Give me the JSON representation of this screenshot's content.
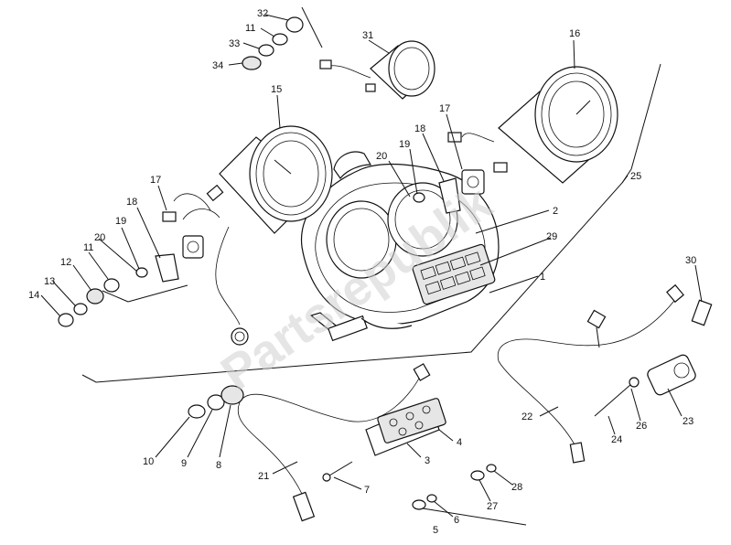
{
  "watermark": "Partsrepublik",
  "callouts": [
    "1",
    "2",
    "3",
    "4",
    "5",
    "6",
    "7",
    "8",
    "9",
    "10",
    "11",
    "12",
    "13",
    "14",
    "15",
    "16",
    "17",
    "18",
    "19",
    "20",
    "21",
    "22",
    "23",
    "24",
    "25",
    "26",
    "27",
    "28",
    "29",
    "30",
    "31",
    "32",
    "33",
    "34"
  ],
  "colors": {
    "ink": "#111111",
    "paper": "#ffffff",
    "watermark": "#d0d0d0"
  }
}
